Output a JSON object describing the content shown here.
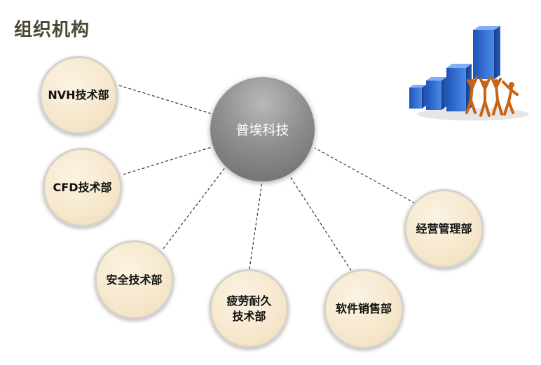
{
  "title": "组织机构",
  "center": {
    "label": "普埃科技"
  },
  "nodes": [
    {
      "id": "nvh",
      "label": "NVH技术部"
    },
    {
      "id": "cfd",
      "label": "CFD技术部"
    },
    {
      "id": "safety",
      "label": "安全技术部"
    },
    {
      "id": "fatigue",
      "label": "疲劳耐久\n技术部"
    },
    {
      "id": "sales",
      "label": "软件销售部"
    },
    {
      "id": "mgmt",
      "label": "经营管理部"
    }
  ],
  "colors": {
    "title": "#4a4733",
    "node_fill": "#f6e8cd",
    "node_border": "#d6d2cb",
    "center_fill": "#8f8f8f",
    "bar_blue": "#2f6fd6",
    "figure_orange": "#c86414"
  },
  "graphic": {
    "icon": "teamwork-bar-chart-icon"
  }
}
